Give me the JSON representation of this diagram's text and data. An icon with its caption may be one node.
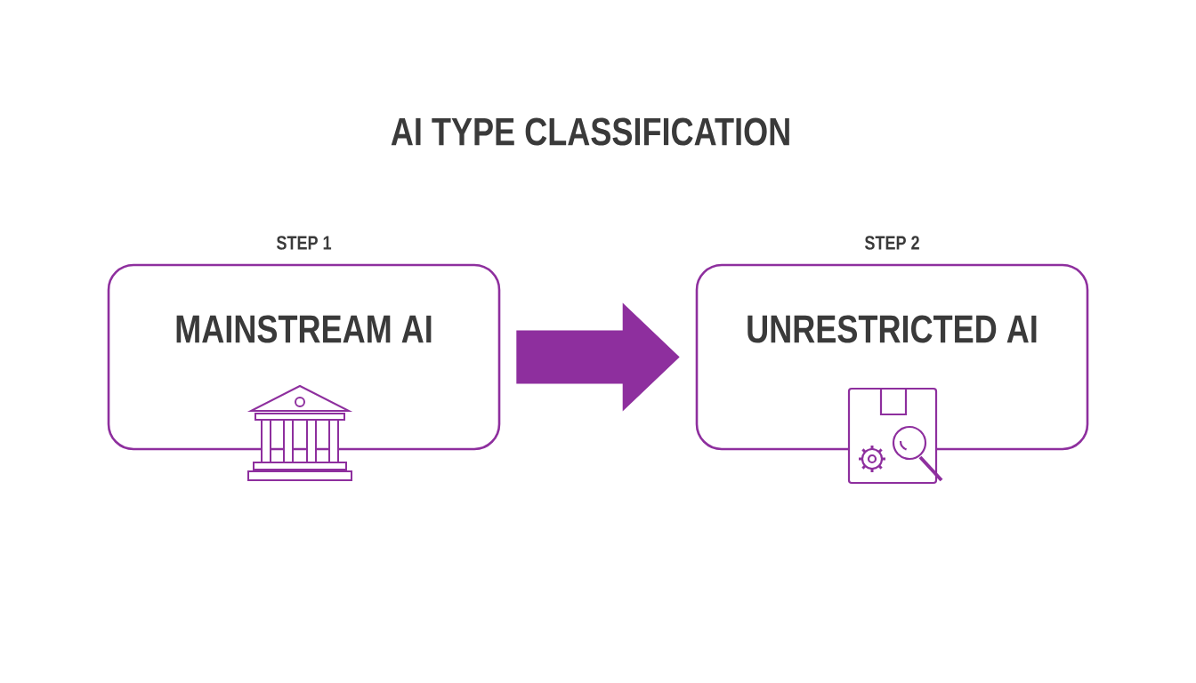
{
  "diagram": {
    "title": "AI TYPE CLASSIFICATION",
    "nodes": [
      {
        "text": [
          "STEP 1",
          "MAINSTREAM AI"
        ]
      },
      {
        "text": [
          "STEP 2",
          "UNRESTRICTED AI"
        ]
      }
    ],
    "edges": [
      {
        "from": 0,
        "to": 1,
        "arrow": "to",
        "style": "thick"
      }
    ]
  }
}
